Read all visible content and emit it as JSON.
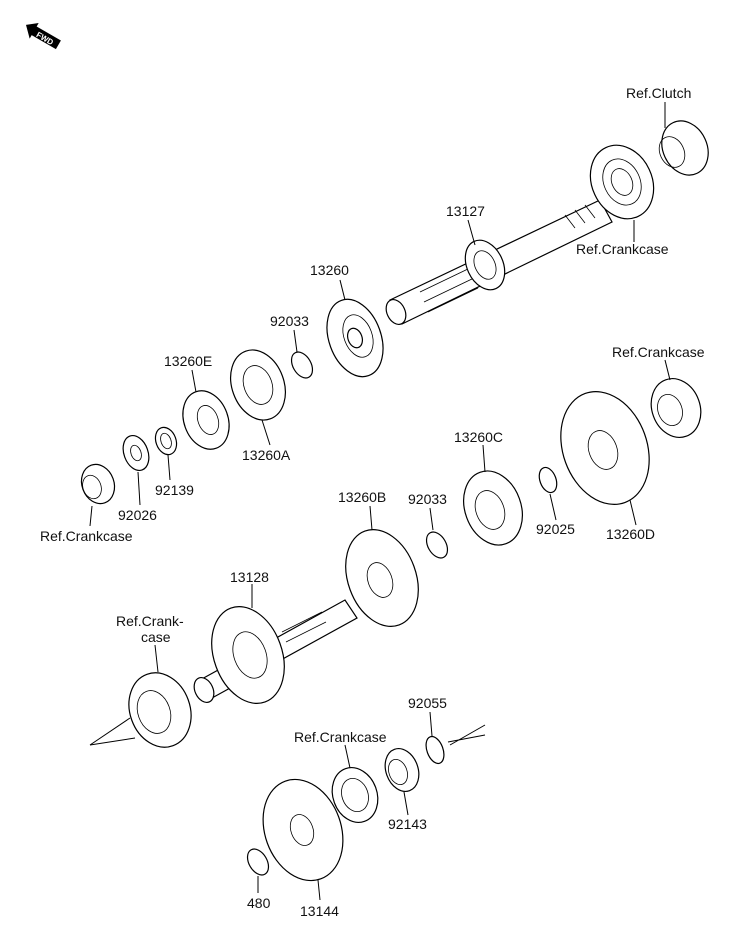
{
  "fwd_badge": "FWD",
  "labels": {
    "ref_clutch": "Ref.Clutch",
    "ref_crankcase_top": "Ref.Crankcase",
    "p13127": "13127",
    "p13260": "13260",
    "p92033_upper": "92033",
    "p13260E": "13260E",
    "p13260A": "13260A",
    "p92139": "92139",
    "p92026": "92026",
    "ref_crankcase_left": "Ref.Crankcase",
    "ref_crankcase_right": "Ref.Crankcase",
    "p13260C": "13260C",
    "p92033_lower": "92033",
    "p13260B": "13260B",
    "p92025": "92025",
    "p13260D": "13260D",
    "p13128": "13128",
    "ref_crank_l1": "Ref.Crank-",
    "ref_crank_l2": "case",
    "p92055": "92055",
    "ref_crankcase_bottom": "Ref.Crankcase",
    "p92143": "92143",
    "p480": "480",
    "p13144": "13144"
  }
}
